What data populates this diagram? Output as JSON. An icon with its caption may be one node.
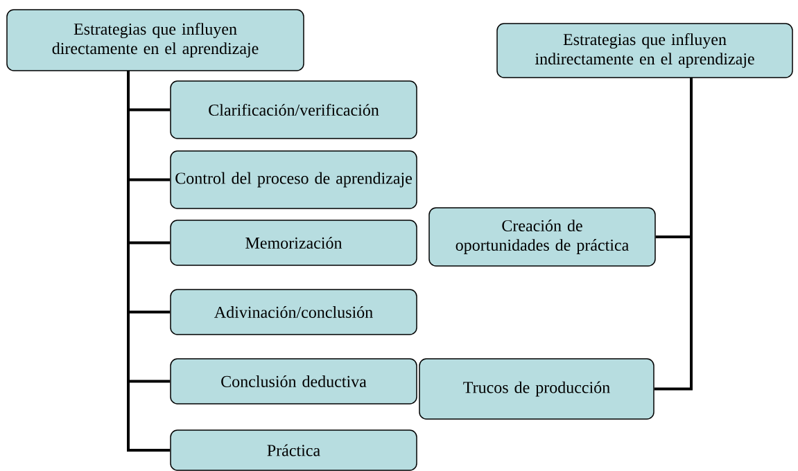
{
  "diagram": {
    "nodes": [
      {
        "text": [
          "Estrategias que influyen directamente en el aprendizaje"
        ]
      },
      {
        "text": [
          "Clarificación/verificación"
        ]
      },
      {
        "text": [
          "Control del proceso de aprendizaje"
        ]
      },
      {
        "text": [
          "Memorización"
        ]
      },
      {
        "text": [
          "Adivinación/conclusión"
        ]
      },
      {
        "text": [
          "Conclusión deductiva"
        ]
      },
      {
        "text": [
          "Práctica"
        ]
      },
      {
        "text": [
          "Estrategias que influyen indirectamente en el aprendizaje"
        ]
      },
      {
        "text": [
          "Creación de oportunidades de práctica"
        ]
      },
      {
        "text": [
          "Trucos de producción"
        ]
      }
    ],
    "edges": [
      {
        "from": 0,
        "to": 1,
        "arrow": "none"
      },
      {
        "from": 0,
        "to": 2,
        "arrow": "none"
      },
      {
        "from": 0,
        "to": 3,
        "arrow": "none"
      },
      {
        "from": 0,
        "to": 4,
        "arrow": "none"
      },
      {
        "from": 0,
        "to": 5,
        "arrow": "none"
      },
      {
        "from": 0,
        "to": 6,
        "arrow": "none"
      },
      {
        "from": 7,
        "to": 8,
        "arrow": "none"
      },
      {
        "from": 7,
        "to": 9,
        "arrow": "none"
      }
    ]
  }
}
